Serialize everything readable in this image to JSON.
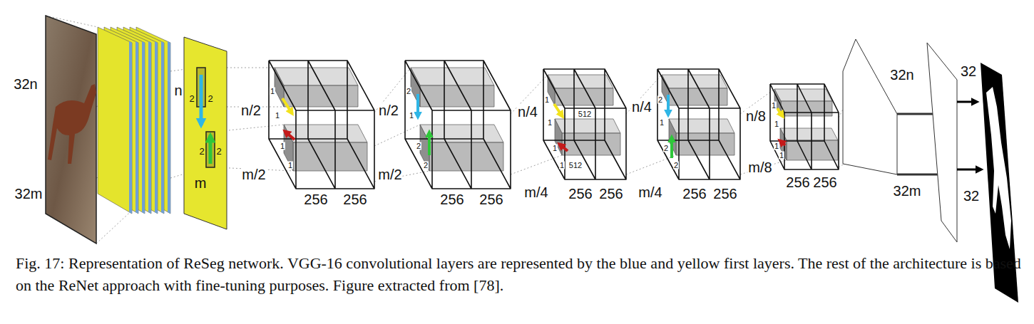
{
  "diagram": {
    "caption": "Fig. 17: Representation of ReSeg network. VGG-16 convolutional layers are represented by the blue and yellow first layers. The rest of the architecture is based on the ReNet approach with fine-tuning purposes. Figure extracted from [78].",
    "labels": [
      "32n",
      "32m",
      "n",
      "2",
      "2",
      "2",
      "2",
      "m",
      "1",
      "n/2",
      "1",
      "1",
      "m/2",
      "1",
      "256",
      "256",
      "2",
      "n/2",
      "1",
      "2",
      "m/2",
      "2",
      "256",
      "256",
      "1",
      "n/4",
      "1",
      "512",
      "1",
      "m/4",
      "1",
      "512",
      "256",
      "256",
      "2",
      "n/4",
      "1",
      "2",
      "m/4",
      "2",
      "256",
      "256",
      "1",
      "n/8",
      "1",
      "1",
      "m/8",
      "1",
      "256",
      "256",
      "32n",
      "32m",
      "32",
      "32"
    ]
  }
}
